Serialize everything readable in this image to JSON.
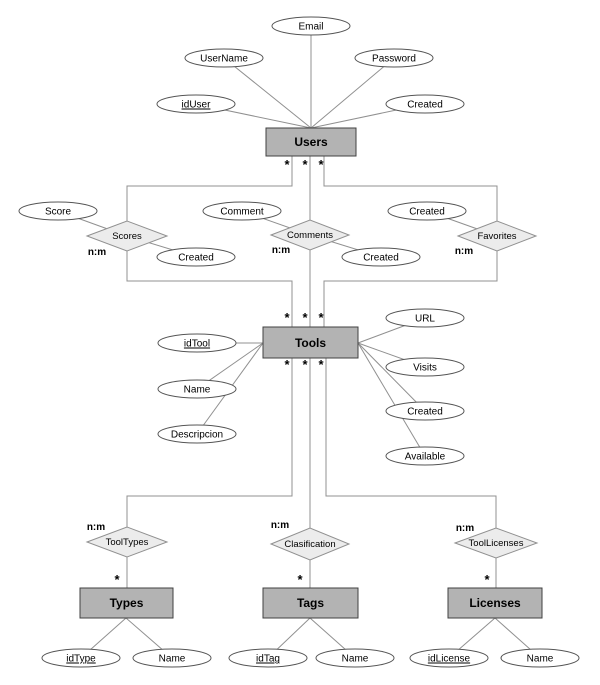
{
  "entities": {
    "users": "Users",
    "tools": "Tools",
    "types": "Types",
    "tags": "Tags",
    "licenses": "Licenses"
  },
  "relationships": {
    "scores": "Scores",
    "comments": "Comments",
    "favorites": "Favorites",
    "tooltypes": "ToolTypes",
    "clasification": "Clasification",
    "toollicenses": "ToolLicenses"
  },
  "attributes": {
    "users": [
      "idUser",
      "UserName",
      "Email",
      "Password",
      "Created"
    ],
    "scores": [
      "Score",
      "Created"
    ],
    "comments": [
      "Comment",
      "Created"
    ],
    "favorites": [
      "Created"
    ],
    "tools": [
      "idTool",
      "Name",
      "Descripcion",
      "URL",
      "Visits",
      "Created",
      "Available"
    ],
    "types": [
      "idType",
      "Name"
    ],
    "tags": [
      "idTag",
      "Name"
    ],
    "licenses": [
      "idLicense",
      "Name"
    ]
  },
  "cardinality": {
    "many_to_many": "n:m",
    "many": "*"
  },
  "colors": {
    "entity_fill": "#b3b3b3",
    "relationship_fill": "#ececec",
    "attribute_fill": "#ffffff",
    "line": "#909090"
  }
}
